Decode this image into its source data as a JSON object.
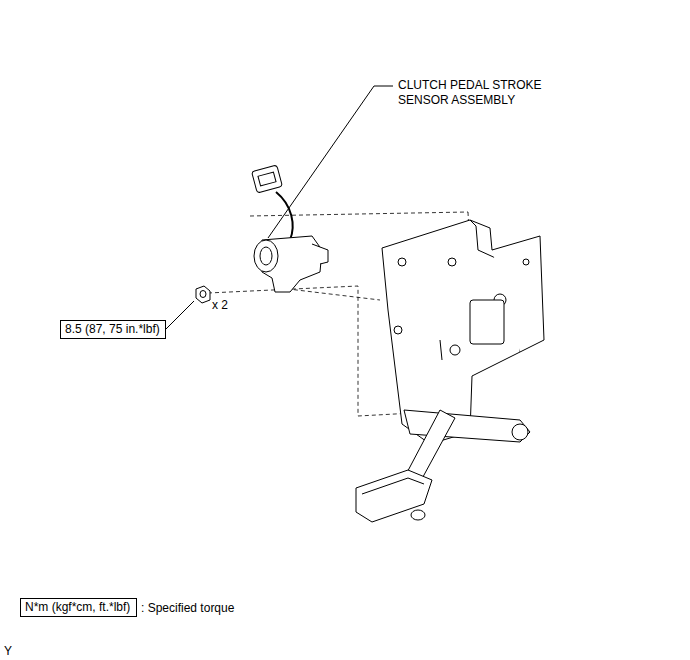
{
  "diagram": {
    "nodes": [
      {
        "text": [
          "8.5 (87, 75 in.*lbf)"
        ]
      },
      {
        "text": [
          "N*m (kgf*cm, ft.*lbf)"
        ]
      }
    ],
    "labels": [
      "CLUTCH PEDAL STROKE SENSOR ASSEMBLY",
      "x 2",
      ": Specified torque",
      "Y"
    ]
  }
}
